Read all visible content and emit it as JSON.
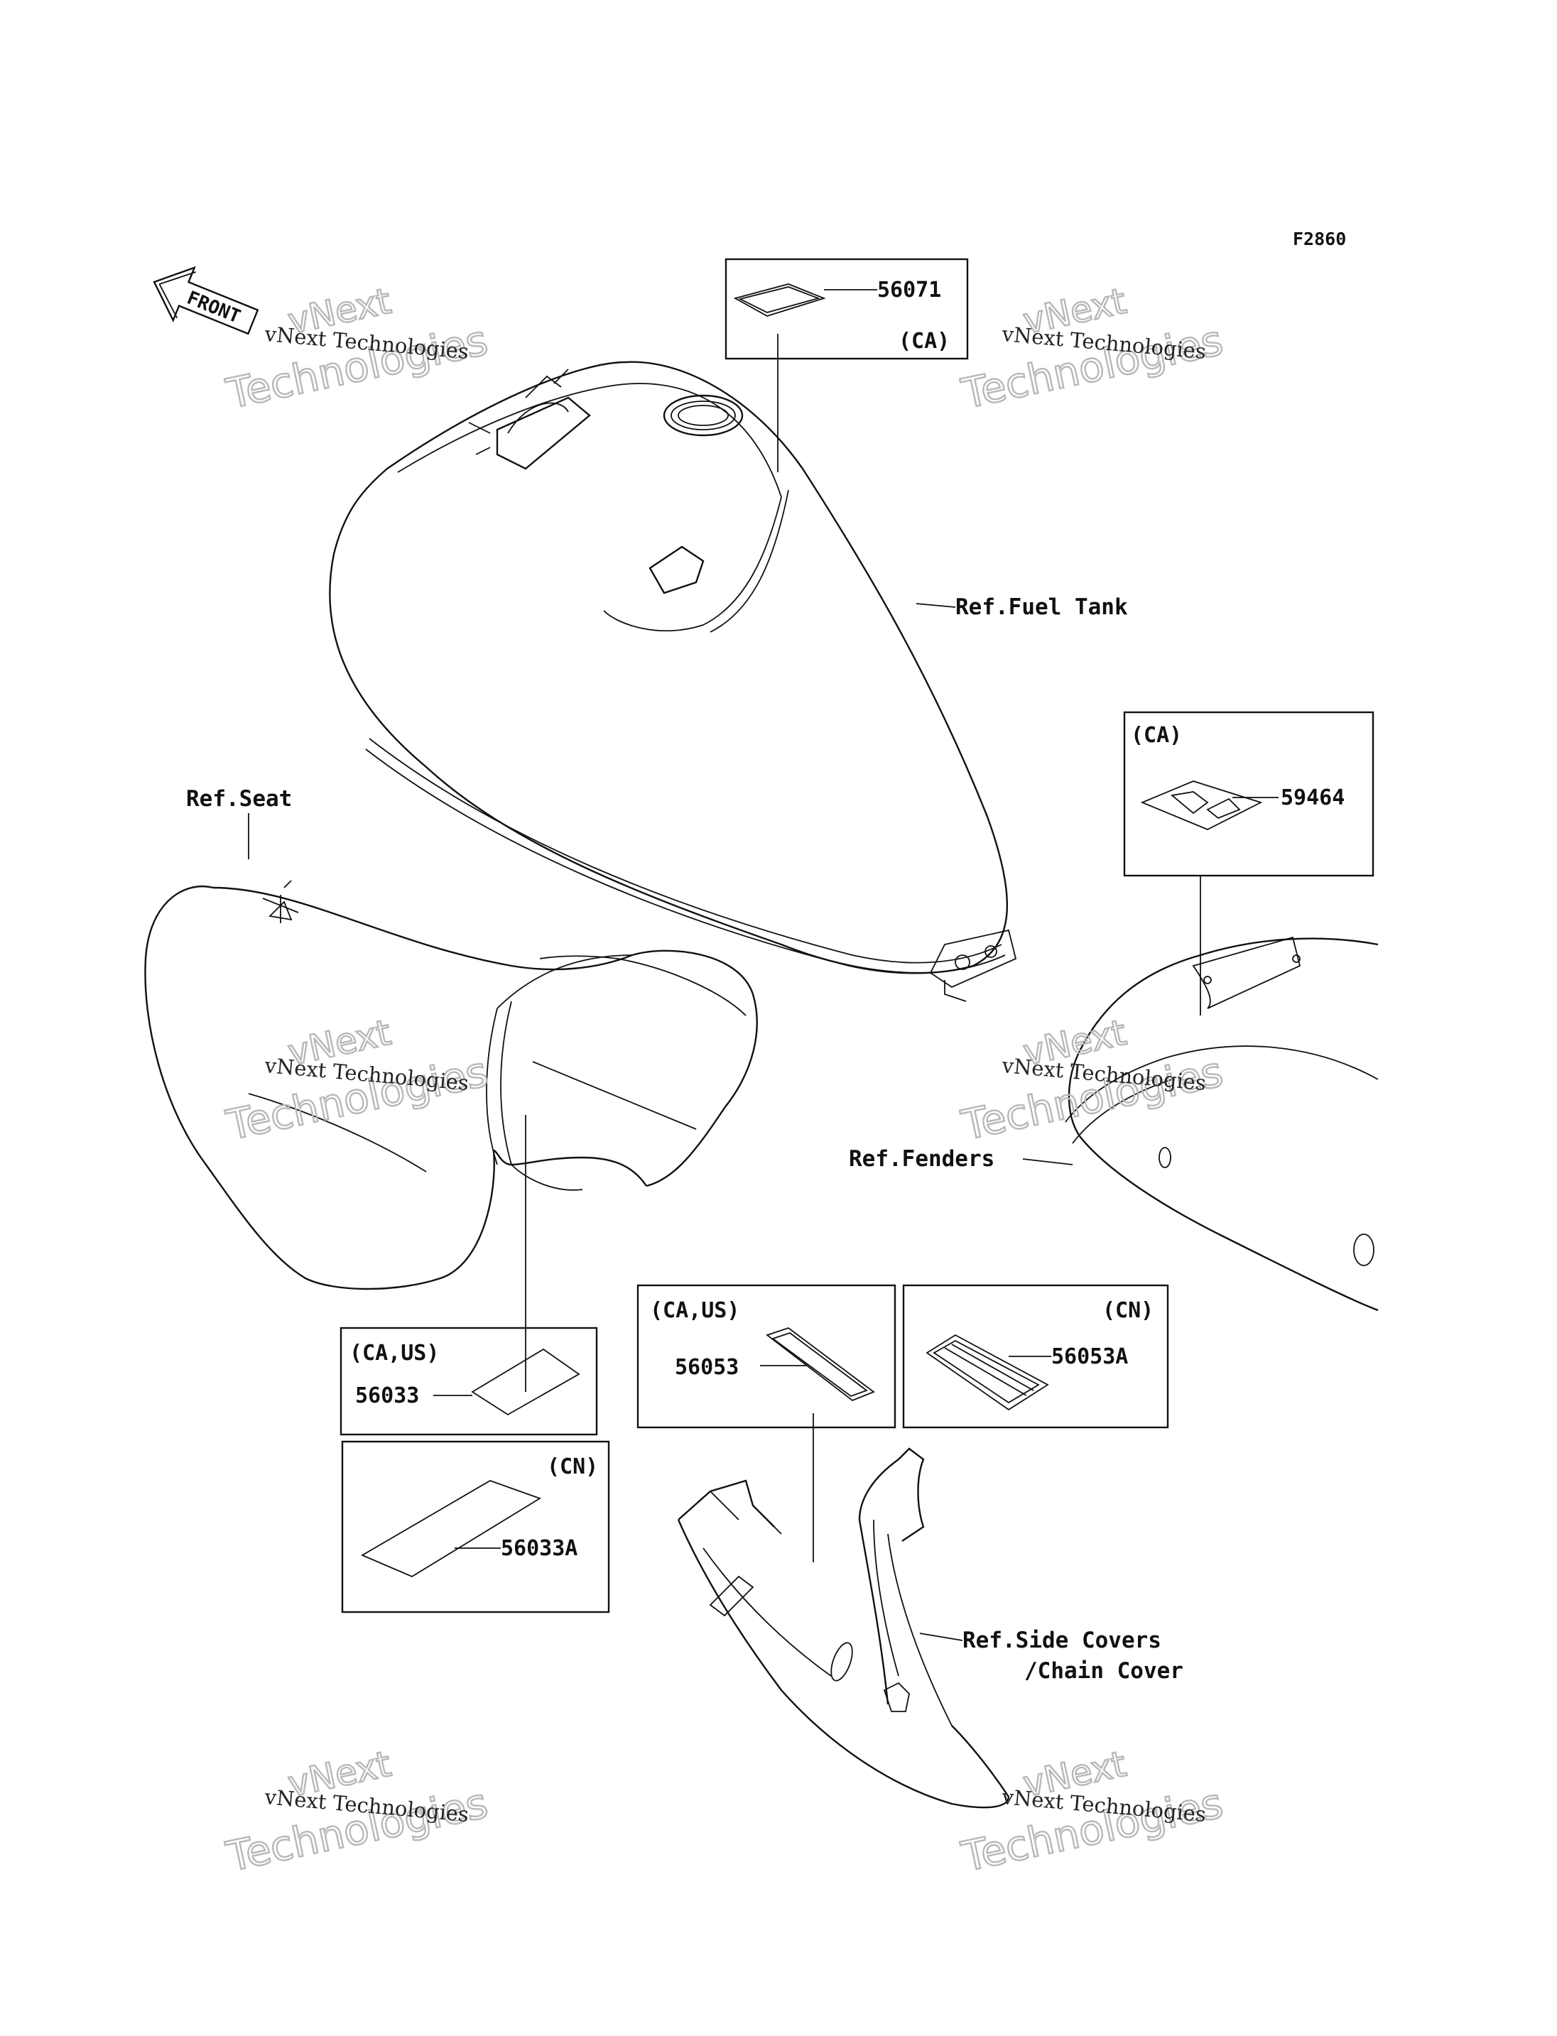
{
  "figure_id": "F2860",
  "front_arrow": "FRONT",
  "refs": {
    "fuel_tank": "Ref.Fuel Tank",
    "seat": "Ref.Seat",
    "fenders": "Ref.Fenders",
    "side_covers_1": "Ref.Side Covers",
    "side_covers_2": "/Chain Cover"
  },
  "callouts": {
    "p56071": {
      "part": "56071",
      "region": "(CA)"
    },
    "p59464": {
      "part": "59464",
      "region": "(CA)"
    },
    "p56033": {
      "part": "56033",
      "region": "(CA,US)"
    },
    "p56033a": {
      "part": "56033A",
      "region": "(CN)"
    },
    "p56053": {
      "part": "56053",
      "region": "(CA,US)"
    },
    "p56053a": {
      "part": "56053A",
      "region": "(CN)"
    }
  },
  "watermark": {
    "line1": "vNext Technologies",
    "line2": "vNext",
    "line3": "Technologies"
  }
}
